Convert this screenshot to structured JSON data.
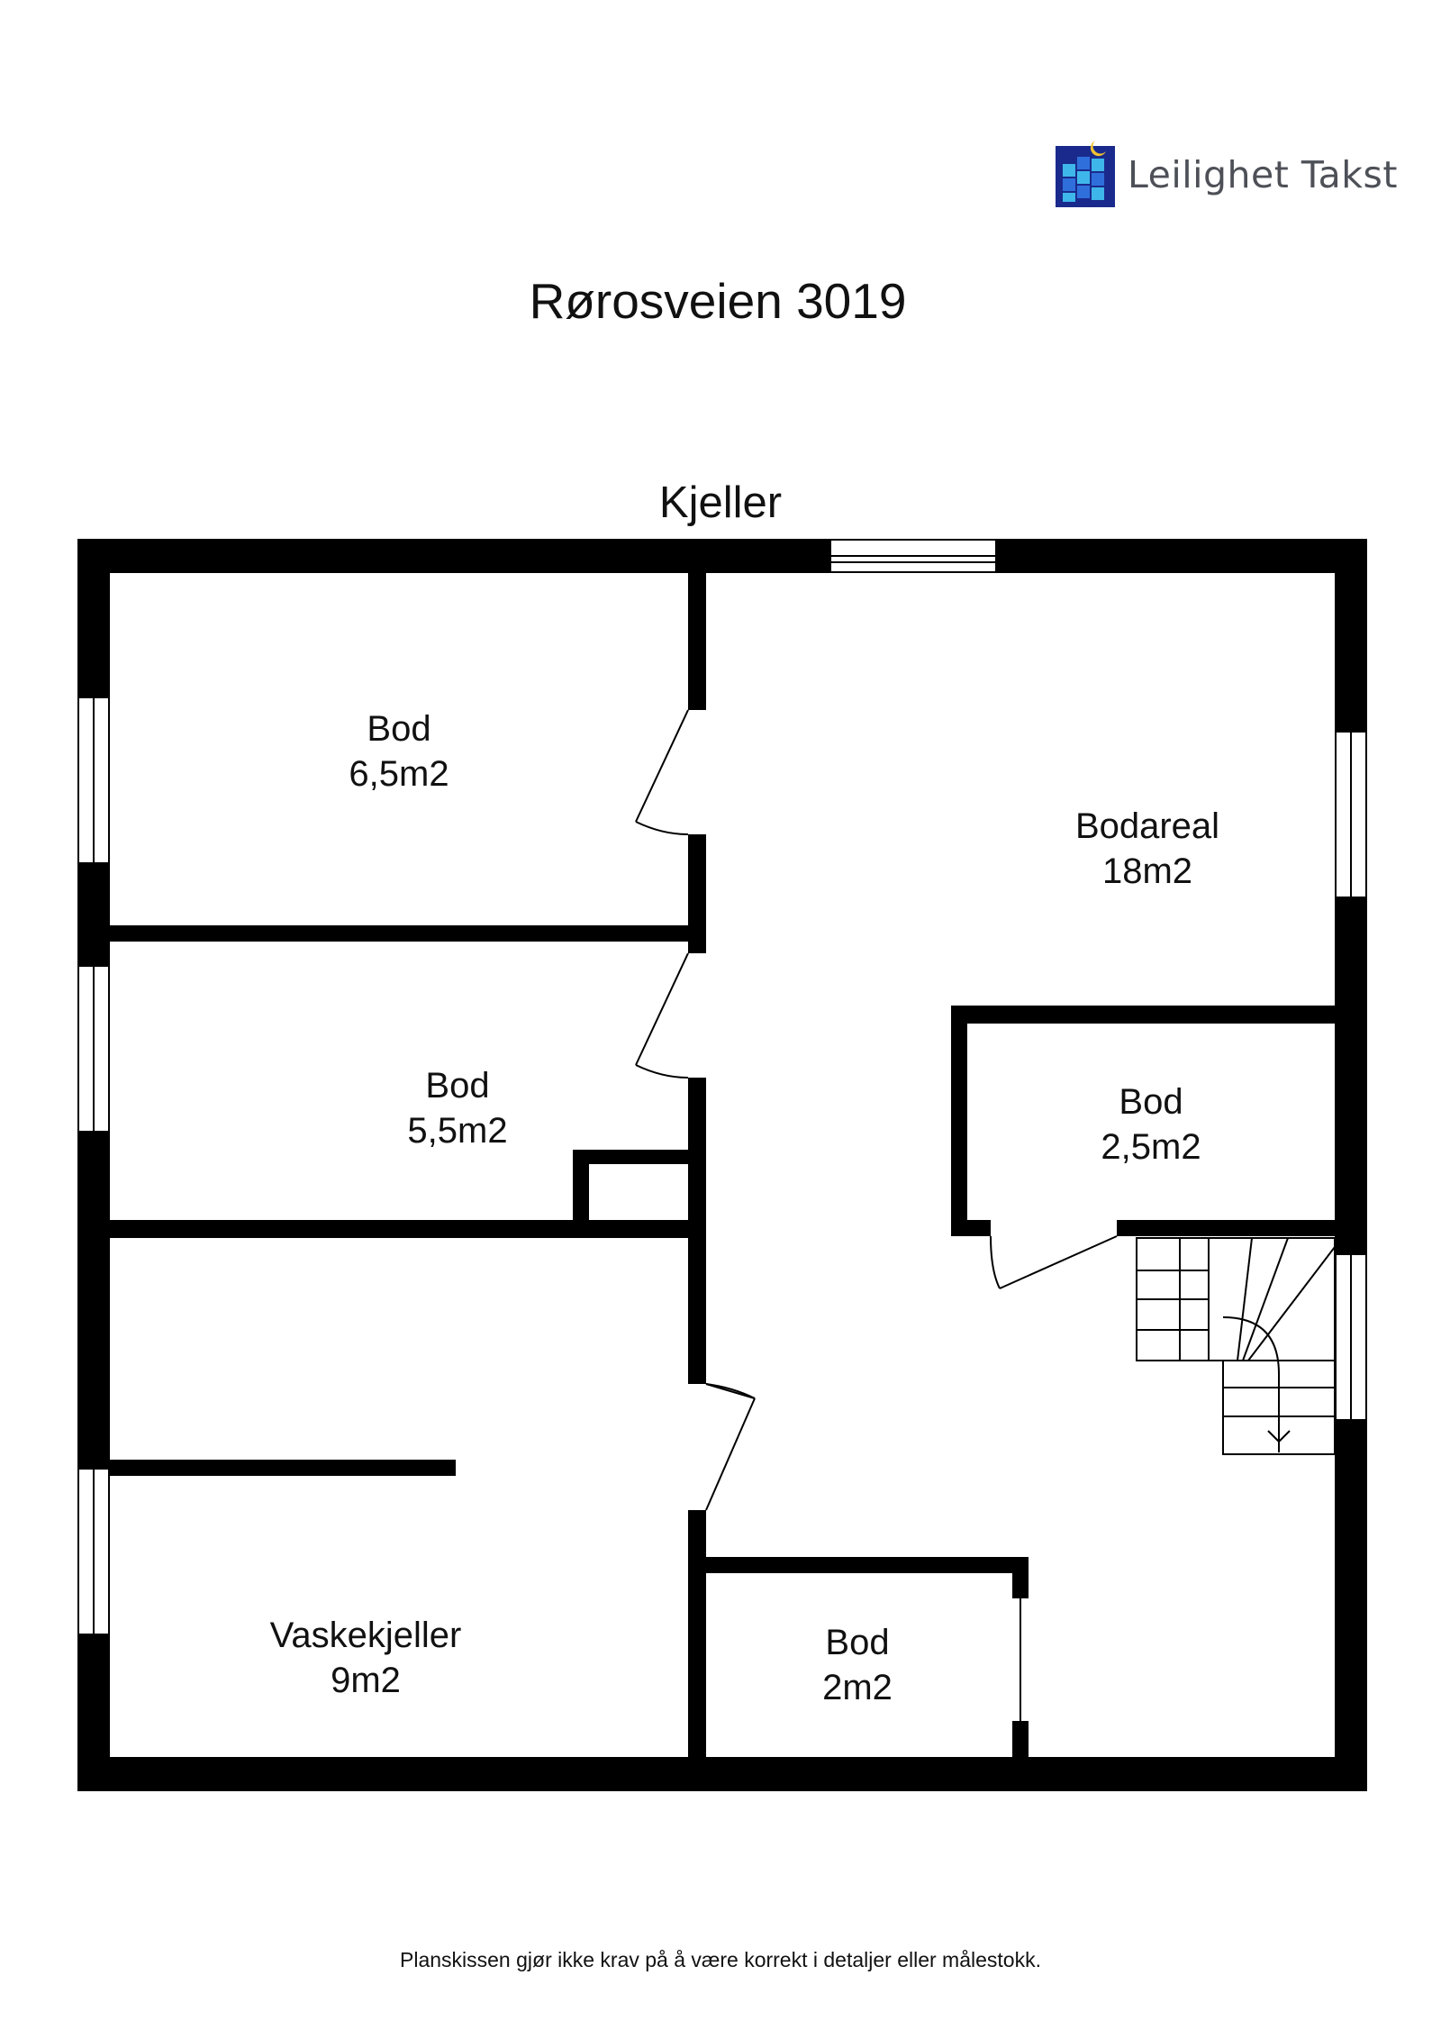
{
  "brand": {
    "name": "Leilighet Takst",
    "colors": {
      "dark_blue": "#1a2a8c",
      "mid_blue": "#2f6fdc",
      "light_blue": "#3fb6ea",
      "yellow": "#f2c230",
      "text": "#4d5057"
    }
  },
  "title": "Rørosveien 3019",
  "floor_label": "Kjeller",
  "rooms": [
    {
      "name": "Bod",
      "area": "6,5m2"
    },
    {
      "name": "Bodareal",
      "area": "18m2"
    },
    {
      "name": "Bod",
      "area": "5,5m2"
    },
    {
      "name": "Bod",
      "area": "2,5m2"
    },
    {
      "name": "Vaskekjeller",
      "area": "9m2"
    },
    {
      "name": "Bod",
      "area": "2m2"
    }
  ],
  "disclaimer": "Planskissen gjør ikke krav på å være korrekt i detaljer eller målestokk.",
  "colors": {
    "wall": "#000000",
    "background": "#ffffff"
  }
}
